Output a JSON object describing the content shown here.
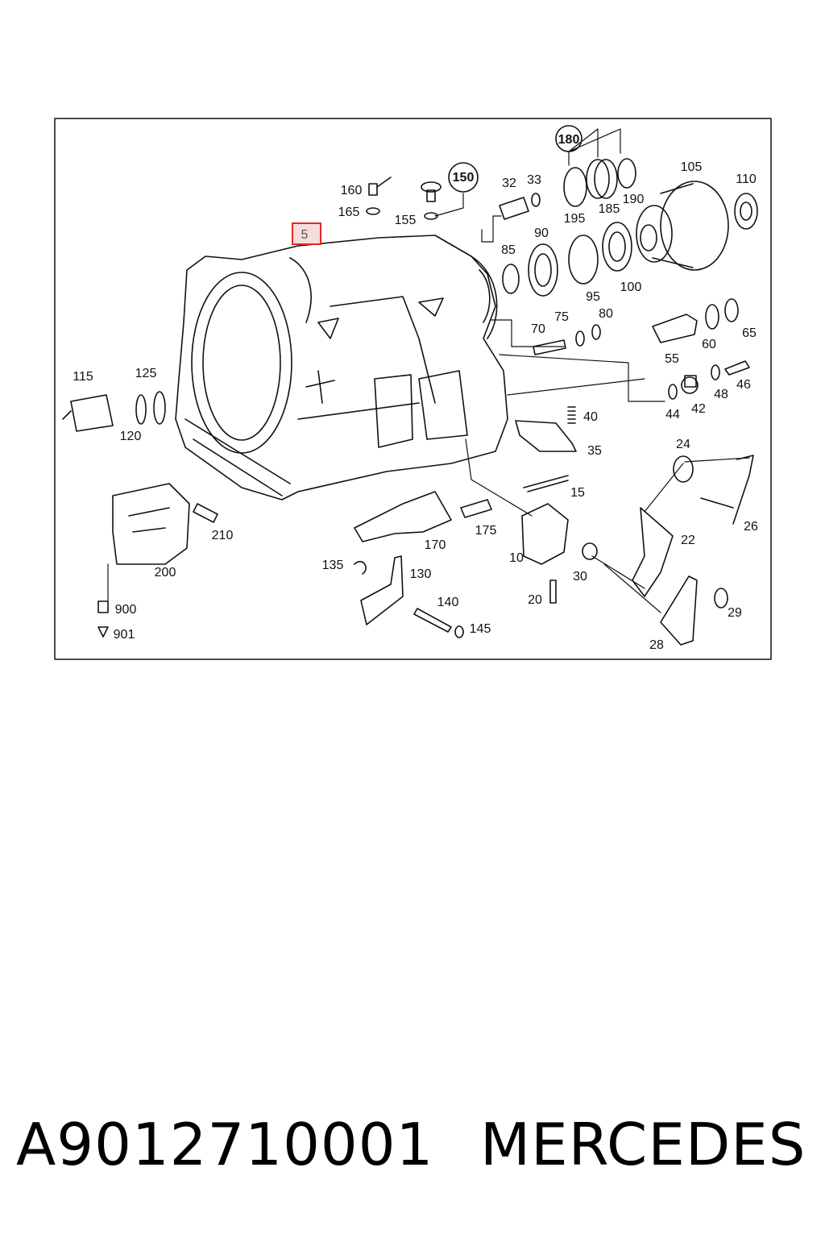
{
  "diagram": {
    "highlighted_callout": "5",
    "callouts": [
      "5",
      "10",
      "15",
      "20",
      "22",
      "24",
      "26",
      "28",
      "29",
      "30",
      "32",
      "33",
      "35",
      "40",
      "42",
      "44",
      "46",
      "48",
      "55",
      "60",
      "65",
      "70",
      "75",
      "80",
      "85",
      "90",
      "95",
      "100",
      "105",
      "110",
      "115",
      "120",
      "125",
      "130",
      "135",
      "140",
      "145",
      "150",
      "155",
      "160",
      "165",
      "170",
      "175",
      "180",
      "185",
      "190",
      "195",
      "200",
      "210",
      "900",
      "901"
    ],
    "circled_callouts": [
      "150",
      "180"
    ]
  },
  "footer": {
    "part_number": "A9012710001",
    "brand": "MERCEDES"
  },
  "colors": {
    "highlight": "#e0282e",
    "highlight_fill": "#f6dcdc",
    "ink": "#111111"
  }
}
